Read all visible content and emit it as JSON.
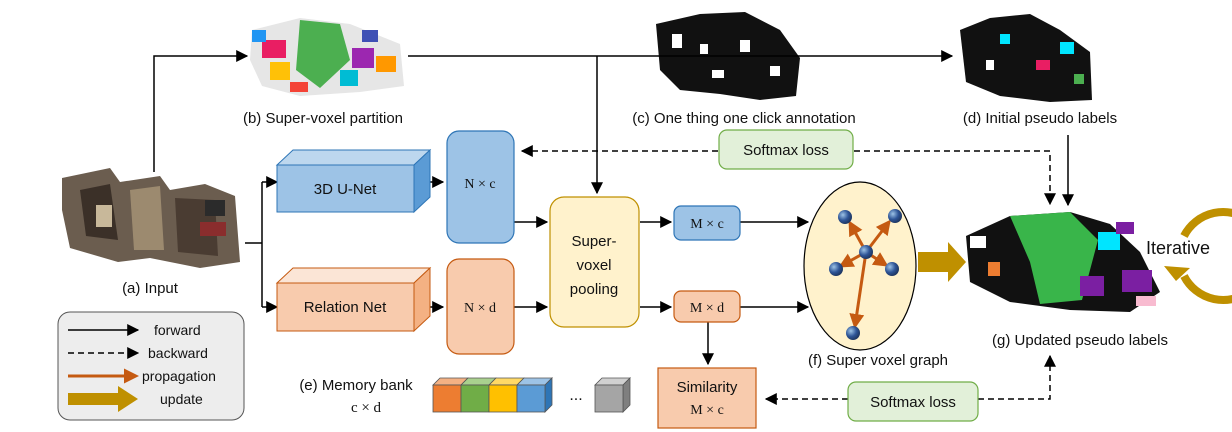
{
  "labels": {
    "input": "(a) Input",
    "supervoxel_partition": "(b) Super-voxel partition",
    "annotation": "(c) One thing one click annotation",
    "initial_pseudo": "(d) Initial pseudo labels",
    "memory_bank": "(e) Memory bank",
    "memory_bank_dim": "c × d",
    "graph": "(f) Super voxel graph",
    "updated_pseudo": "(g) Updated pseudo labels"
  },
  "blocks": {
    "unet": "3D U-Net",
    "relation": "Relation Net",
    "n_c": "N × c",
    "n_d": "N × d",
    "pool_1": "Super-",
    "pool_2": "voxel",
    "pool_3": "pooling",
    "m_c": "M × c",
    "m_d": "M × d",
    "sim_1": "Similarity",
    "sim_2": "M × c",
    "softmax_top": "Softmax loss",
    "softmax_bottom": "Softmax loss",
    "iterative": "Iterative",
    "ellipsis": "..."
  },
  "legend": {
    "forward": "forward",
    "backward": "backward",
    "propagation": "propagation",
    "update": "update"
  },
  "colors": {
    "unet_blue": "#9dc3e6",
    "relation_orange": "#f8cbad",
    "pool_yellow": "#fff2cc",
    "softmax_green": "#e2f0d9",
    "propagation_arrow": "#c55a11",
    "update_arrow": "#bf9000",
    "memory_cells": [
      "#ed7d31",
      "#70ad47",
      "#ffc000",
      "#5b9bd5",
      "#a5a5a5"
    ]
  }
}
